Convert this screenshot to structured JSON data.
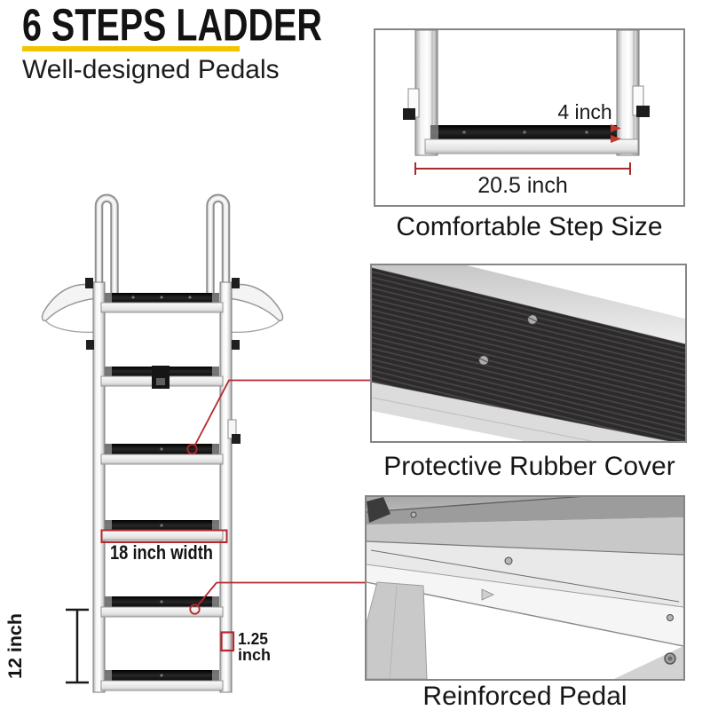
{
  "header": {
    "title": "6 STEPS LADDER",
    "subtitle": "Well-designed Pedals"
  },
  "ladder": {
    "annotations": {
      "step_width": "18 inch width",
      "step_spacing": "12 inch",
      "rail_thickness_line1": "1.25",
      "rail_thickness_line2": "inch"
    }
  },
  "panels": [
    {
      "caption": "Comfortable Step Size",
      "depth_label": "4 inch",
      "width_label": "20.5 inch"
    },
    {
      "caption": "Protective Rubber Cover"
    },
    {
      "caption": "Reinforced Pedal"
    }
  ],
  "colors": {
    "accent_red": "#b5282c",
    "underline_yellow": "#f2c500"
  }
}
